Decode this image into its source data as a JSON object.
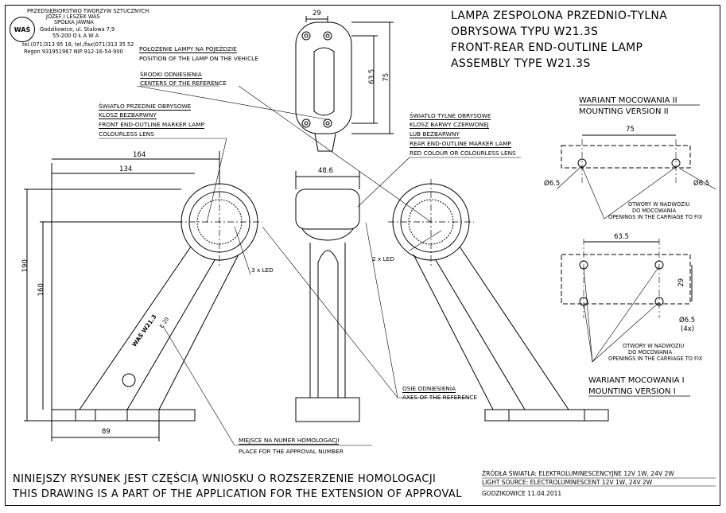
{
  "company": {
    "line1": "PRZEDSIĘBIORSTWO TWORZYW SZTUCZNYCH",
    "line2": "JÓZEF I LESZEK WAŚ",
    "line3": "SPÓŁKA JAWNA",
    "line4": "Godzikowice, ul. Stalowa 7,9",
    "line5": "55-200  O Ł A W A",
    "line6": "tel.(071)313 95 18, tel./fax(071)313 35 52",
    "line7": "Regon 931951967 NIP 912-16-54-900",
    "logo": "WAŚ"
  },
  "title": {
    "l1": "LAMPA ZESPOLONA PRZEDNIO-TYLNA",
    "l2": "OBRYSOWA TYPU W21.3S",
    "l3": "FRONT-REAR END-OUTLINE LAMP",
    "l4": "ASSEMBLY TYPE W21.3S"
  },
  "labels": {
    "position_pl": "POŁOŻENIE LAMPY NA POJEŹDZIE",
    "position_en": "POSITION OF THE LAMP ON THE VEHICLE",
    "centers_pl": "ŚRODKI ODNIESIENIA",
    "centers_en": "CENTERS OF THE REFERENCE",
    "front_pl1": "ŚWIATŁO PRZEDNIE OBRYSOWE",
    "front_pl2": "KLOSZ BEZBARWNY",
    "front_en1": "FRONT END-OUTLINE MARKER LAMP",
    "front_en2": "COLOURLESS LENS",
    "rear_pl1": "ŚWIATŁO TYLNE OBRYSOWE",
    "rear_pl2": "KLOSZ BARWY CZERWONEJ",
    "rear_pl3": "LUB BEZBARWNY",
    "rear_en1": "REAR END-OUTLINE MARKER LAMP",
    "rear_en2": "RED COLOUR OR COLOURLESS LENS",
    "led3": "3 x LED",
    "led2": "2 x LED",
    "axes_pl": "OSIE ODNIESIENIA",
    "axes_en": "AXES OF THE REFERENCE",
    "homol_pl": "MIEJSCE NA NUMER HOMOLOGACJI",
    "homol_en": "PLACE FOR THE APPROVAL NUMBER",
    "variant2_pl": "WARIANT MOCOWANIA II",
    "variant2_en": "MOUNTING VERSION II",
    "variant1_pl": "WARIANT MOCOWANIA I",
    "variant1_en": "MOUNTING VERSION I",
    "holes_pl1": "OTWORY W NADWOZIU",
    "holes_pl2": "DO MOCOWANIA",
    "holes_en": "OPENINGS IN THE CARRIAGE TO FIX",
    "body_mark1": "WAŚ W21.3",
    "body_mark2": "E 20"
  },
  "dimensions": {
    "d29_top": "29",
    "d63_5_top": "63.5",
    "d75_top": "75",
    "d164": "164",
    "d134": "134",
    "d190": "190",
    "d160": "160",
    "d89": "89",
    "d48_6": "48.6",
    "d75_v2": "75",
    "phi_left": "Ø6.5",
    "phi_right": "Ø6.5",
    "d63_5_v1": "63.5",
    "d29_v1": "29",
    "phi_v1": "Ø6.5",
    "x4": "(4x)"
  },
  "footer": {
    "pl": "NINIEJSZY RYSUNEK JEST CZĘŚCIĄ WNIOSKU O  ROZSZERZENIE  HOMOLOGACJI",
    "en": "THIS DRAWING IS A PART OF THE APPLICATION FOR THE EXTENSION OF APPROVAL",
    "source_pl": "ŹRÓDŁA ŚWIATŁA: ELEKTROLUMINESCENCYJNE  12V  1W, 24V  2W",
    "source_en": "LIGHT SOURCE: ELECTROLUMINESCENT  12V  1W, 24V  2W",
    "place_date": "GODZIKOWICE 11.04.2011"
  }
}
